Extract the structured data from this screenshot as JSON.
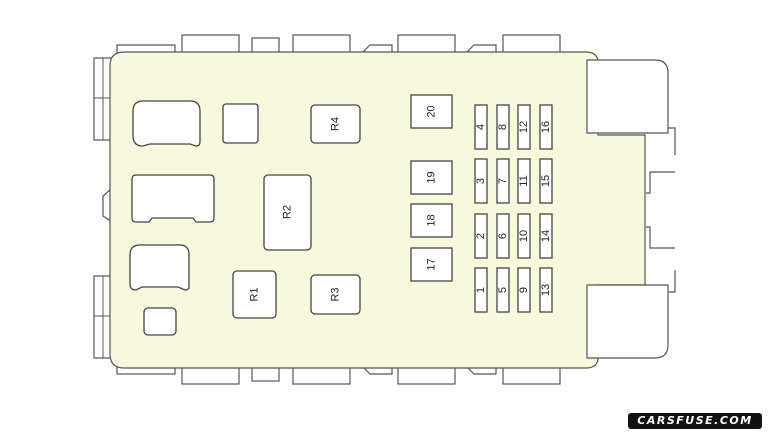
{
  "relays": {
    "r1": "R1",
    "r2": "R2",
    "r3": "R3",
    "r4": "R4"
  },
  "large_fuses": {
    "f17": "17",
    "f18": "18",
    "f19": "19",
    "f20": "20"
  },
  "fuse_columns": [
    [
      "4",
      "3",
      "2",
      "1"
    ],
    [
      "8",
      "7",
      "6",
      "5"
    ],
    [
      "12",
      "11",
      "10",
      "9"
    ],
    [
      "16",
      "15",
      "14",
      "13"
    ]
  ],
  "watermark": "CARSFUSE.COM",
  "colors": {
    "body": "#f7f8dc",
    "outline": "#555555"
  }
}
